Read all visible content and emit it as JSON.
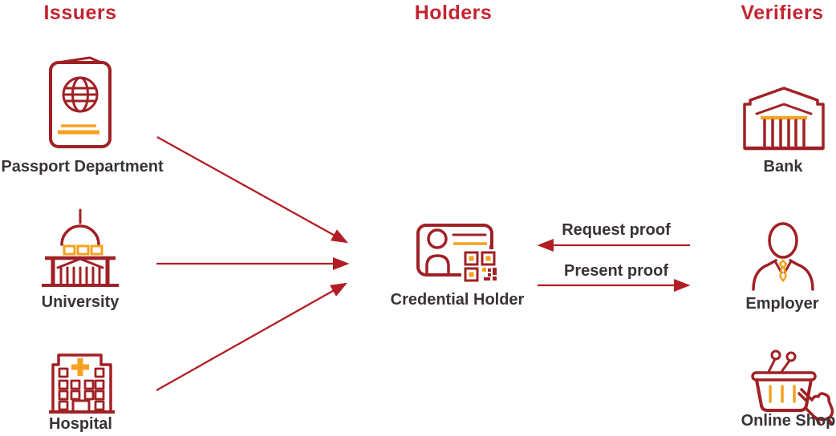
{
  "headers": {
    "issuers": "Issuers",
    "holders": "Holders",
    "verifiers": "Verifiers"
  },
  "issuers": [
    {
      "label": "Passport Department",
      "icon": "passport-icon"
    },
    {
      "label": "University",
      "icon": "university-icon"
    },
    {
      "label": "Hospital",
      "icon": "hospital-icon"
    }
  ],
  "holder": {
    "label": "Credential Holder",
    "icon": "id-card-icon"
  },
  "verifiers": [
    {
      "label": "Bank",
      "icon": "bank-icon"
    },
    {
      "label": "Employer",
      "icon": "employer-icon"
    },
    {
      "label": "Online Shop",
      "icon": "shopping-basket-icon"
    }
  ],
  "flows": {
    "issue": [
      {
        "from": "Passport Department",
        "to": "Credential Holder"
      },
      {
        "from": "University",
        "to": "Credential Holder"
      },
      {
        "from": "Hospital",
        "to": "Credential Holder"
      }
    ],
    "request_label": "Request proof",
    "present_label": "Present proof"
  },
  "colors": {
    "header": "#c32430",
    "icon": "#a02125",
    "accent": "#f5a221",
    "arrow": "#b21e24",
    "label": "#3a3335",
    "bg": "#ffffff"
  }
}
